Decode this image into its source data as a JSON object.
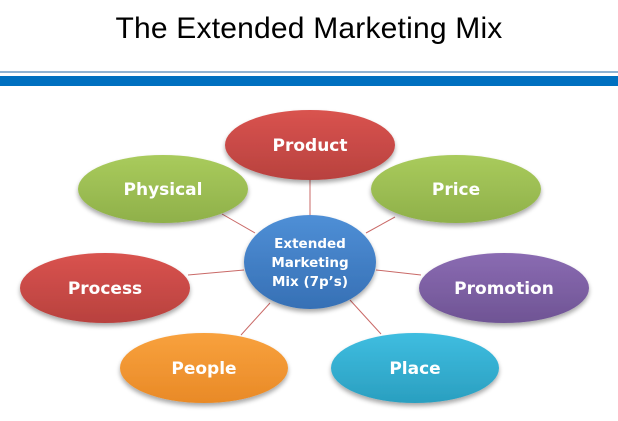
{
  "title": "The Extended Marketing Mix",
  "colors": {
    "rule_thin": "#8fb3d3",
    "rule_thick": "#0070c0",
    "connector": "#c0504d"
  },
  "hub": {
    "lines": [
      "Extended",
      "Marketing",
      "Mix (7p’s)"
    ],
    "color": "#4f81bd"
  },
  "nodes": [
    {
      "id": "product",
      "label": "Product",
      "color": "#c0504d"
    },
    {
      "id": "price",
      "label": "Price",
      "color": "#9bbb59"
    },
    {
      "id": "promotion",
      "label": "Promotion",
      "color": "#8064a2"
    },
    {
      "id": "place",
      "label": "Place",
      "color": "#4bacc6"
    },
    {
      "id": "people",
      "label": "People",
      "color": "#f79646"
    },
    {
      "id": "process",
      "label": "Process",
      "color": "#c0504d"
    },
    {
      "id": "physical",
      "label": "Physical",
      "color": "#9bbb59"
    }
  ]
}
